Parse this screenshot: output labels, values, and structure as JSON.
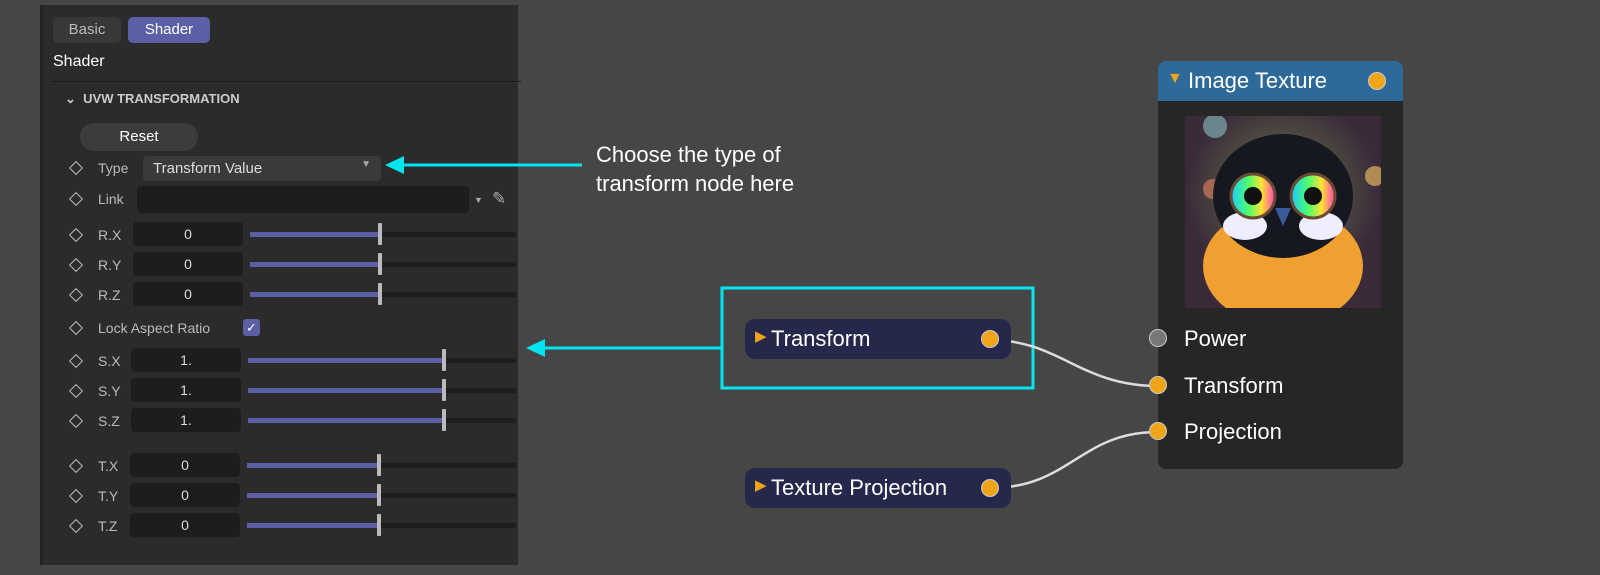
{
  "panel": {
    "tabs": [
      {
        "label": "Basic",
        "active": false
      },
      {
        "label": "Shader",
        "active": true
      }
    ],
    "title": "Shader",
    "section": "UVW TRANSFORMATION",
    "reset_label": "Reset",
    "type": {
      "label": "Type",
      "value": "Transform Value"
    },
    "link": {
      "label": "Link",
      "value": ""
    },
    "rotation": [
      {
        "label": "R.X",
        "value": "0",
        "slider": 0.49
      },
      {
        "label": "R.Y",
        "value": "0",
        "slider": 0.49
      },
      {
        "label": "R.Z",
        "value": "0",
        "slider": 0.49
      }
    ],
    "lock_aspect": {
      "label": "Lock Aspect Ratio",
      "checked": true
    },
    "scale": [
      {
        "label": "S.X",
        "value": "1.",
        "slider": 0.73
      },
      {
        "label": "S.Y",
        "value": "1.",
        "slider": 0.73
      },
      {
        "label": "S.Z",
        "value": "1.",
        "slider": 0.73
      }
    ],
    "translation": [
      {
        "label": "T.X",
        "value": "0",
        "slider": 0.49
      },
      {
        "label": "T.Y",
        "value": "0",
        "slider": 0.49
      },
      {
        "label": "T.Z",
        "value": "0",
        "slider": 0.49
      }
    ]
  },
  "callout": {
    "line1": "Choose the type of",
    "line2": "transform node here"
  },
  "nodes": {
    "transform": "Transform",
    "texture_projection": "Texture Projection",
    "image_texture": {
      "title": "Image Texture",
      "inputs": [
        "Power",
        "Transform",
        "Projection"
      ]
    }
  },
  "colors": {
    "accent": "#00e5ee",
    "socket": "#f0a41a",
    "node_header": "#2e6a99",
    "tab_active": "#5a5fa6"
  }
}
